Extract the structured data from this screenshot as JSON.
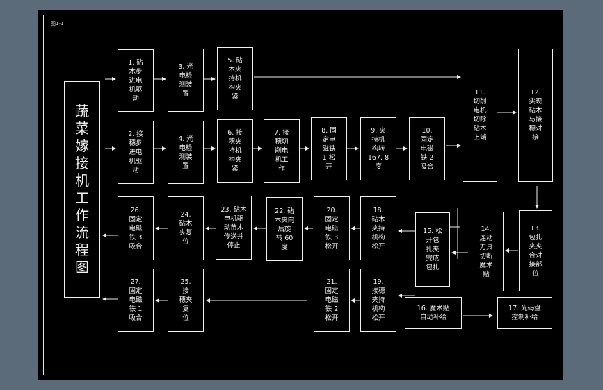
{
  "corner_tag": "图1-1",
  "title": "蔬\n菜\n嫁\n接\n机\n工\n作\n流\n程\n图",
  "steps": [
    {
      "id": "s1",
      "text": "1. 砧\n木步\n进电\n机驱\n动"
    },
    {
      "id": "s3",
      "text": "3. 光\n电检\n测装\n置"
    },
    {
      "id": "s5",
      "text": "5. 砧\n木夹\n持机\n构夹\n紧"
    },
    {
      "id": "s2",
      "text": "2. 接\n穗步\n进电\n机驱\n动"
    },
    {
      "id": "s4",
      "text": "4. 光\n电检\n测装\n置"
    },
    {
      "id": "s6",
      "text": "6. 接\n穗夹\n持机\n构夹\n紧"
    },
    {
      "id": "s7",
      "text": "7. 接\n穗切\n削电\n机工\n作"
    },
    {
      "id": "s8",
      "text": "8. 固\n定电\n磁铁\n1 松\n开"
    },
    {
      "id": "s9",
      "text": "9. 夹\n持机\n构转\n167. 8\n度"
    },
    {
      "id": "s10",
      "text": "10.\n固定\n电磁\n铁 2\n吸合"
    },
    {
      "id": "s11",
      "text": "11.\n切削\n电机\n切除\n砧木\n上端"
    },
    {
      "id": "s12",
      "text": "12.\n实现\n砧木\n与接\n穗对\n接"
    },
    {
      "id": "s13",
      "text": "13.\n包扎\n夹夹\n合对\n接部\n位"
    },
    {
      "id": "s14",
      "text": "14.\n连动\n刀具\n切断\n魔术\n贴"
    },
    {
      "id": "s15",
      "text": "15. 松\n开包\n扎夹\n完成\n包扎"
    },
    {
      "id": "s18",
      "text": "18.\n砧木\n夹持\n机构\n松开"
    },
    {
      "id": "s20",
      "text": "20.\n固定\n电磁\n铁 3\n松开"
    },
    {
      "id": "s22",
      "text": "22. 砧\n木夹向\n后旋\n转 60\n度"
    },
    {
      "id": "s23",
      "text": "23. 砧木\n电机驱\n动苗木\n传送并\n停止"
    },
    {
      "id": "s24",
      "text": "24.\n砧木\n夹复\n位"
    },
    {
      "id": "s26",
      "text": "26.\n固定\n电磁\n铁 3\n吸合"
    },
    {
      "id": "s16",
      "text": "16. 魔术贴\n自动补给"
    },
    {
      "id": "s17",
      "text": "17. 光码盘\n控制补给"
    },
    {
      "id": "s19",
      "text": "19.\n接穗\n夹持\n机构\n松开"
    },
    {
      "id": "s21",
      "text": "21.\n固定\n电磁\n铁 2\n松开"
    },
    {
      "id": "s25",
      "text": "25.\n接\n穗夹\n复\n位"
    },
    {
      "id": "s27",
      "text": "27.\n固定\n电磁\n铁 1\n吸合"
    }
  ]
}
